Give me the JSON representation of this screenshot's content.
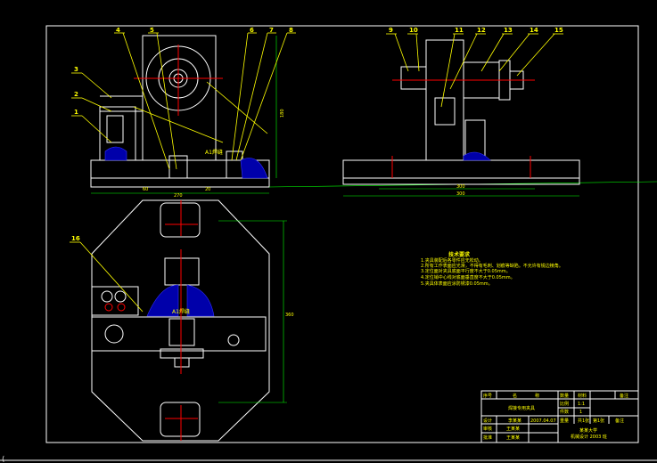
{
  "drawing": {
    "balloons_top_left": [
      "4",
      "5",
      "6",
      "7",
      "8"
    ],
    "balloons_left": [
      "3",
      "2",
      "1"
    ],
    "balloons_side": [
      "9",
      "10",
      "11",
      "12",
      "13",
      "14",
      "15"
    ],
    "balloon_plan": "16",
    "dimensions": {
      "front_width": "270",
      "front_height": "180",
      "base_left": "60",
      "base_right": "20",
      "side_width": "300",
      "side_total": "300",
      "plan_height": "360"
    },
    "weld_label": "A1焊缝",
    "weld_label_plan": "A1焊缝"
  },
  "notes": {
    "title": "技术要求",
    "items": [
      "1.夹具装配后各零件应无松动。",
      "2.所有工作表面应光滑，不得有毛刺、划痕等缺陷。不允许有锐边棱角。",
      "3.定位面对夹具底面平行度不大于0.05mm。",
      "4.定位销中心线对底面垂直度不大于0.05mm。",
      "5.夹具体表面应涂防锈漆0.05mm。"
    ]
  },
  "title_block": {
    "r1": [
      "序号",
      "名",
      "称",
      "数量",
      "材料",
      "备注"
    ],
    "name": "焊接专用夹具",
    "scale_label": "比例",
    "scale_value": "1:1",
    "count_label": "件数",
    "count_value": "1",
    "designer_label": "设计",
    "designer": "李某某",
    "date": "2007.04.07",
    "weight_label": "重量",
    "sheet": "共1张",
    "sheet2": "第1张",
    "check_label": "审核",
    "checker": "王某某",
    "approve_label": "批准",
    "approver": "王某某",
    "school": "某某大学",
    "class": "机械设计 2003 班"
  }
}
